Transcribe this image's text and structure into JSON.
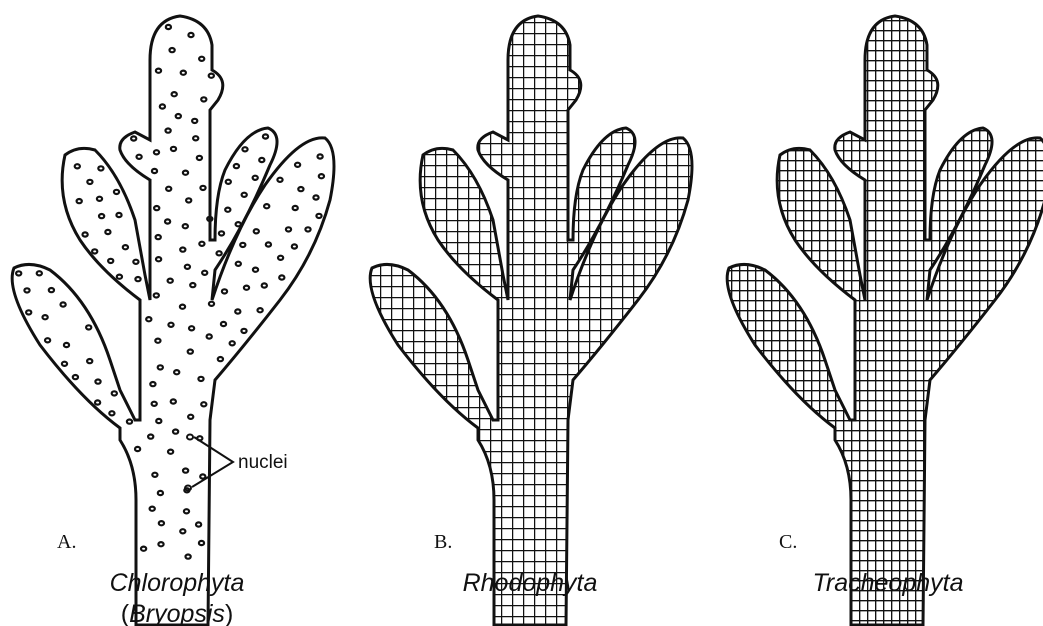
{
  "panels": [
    {
      "letter": "A.",
      "taxon": "Chlorophyta",
      "taxon_detail_open": "(",
      "taxon_detail": "Bryopsis",
      "taxon_detail_close": ")"
    },
    {
      "letter": "B.",
      "taxon": "Rhodophyta"
    },
    {
      "letter": "C.",
      "taxon": "Tracheophyta"
    }
  ],
  "callout": {
    "label": "nuclei"
  },
  "colors": {
    "ink": "#111111",
    "background": "#ffffff"
  }
}
